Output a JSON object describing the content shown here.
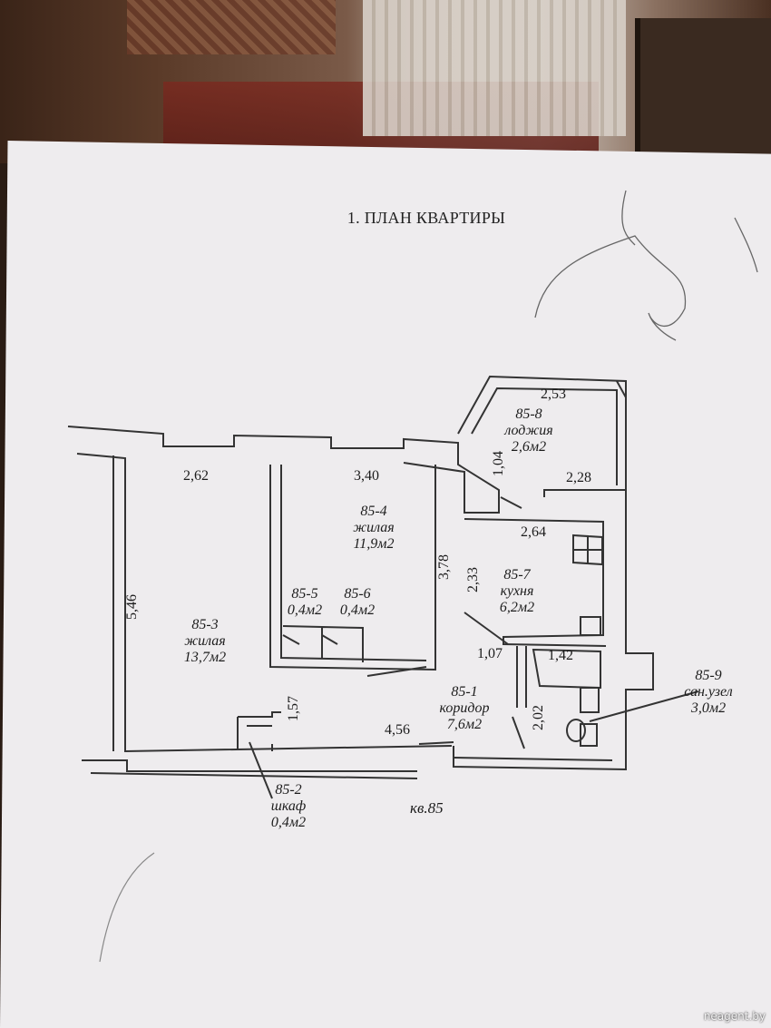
{
  "title": "1. ПЛАН КВАРТИРЫ",
  "apartment_label": "кв.85",
  "rooms": [
    {
      "id": "85-1",
      "type": "коридор",
      "area": "7,6м2"
    },
    {
      "id": "85-2",
      "type": "шкаф",
      "area": "0,4м2"
    },
    {
      "id": "85-3",
      "type": "жилая",
      "area": "13,7м2"
    },
    {
      "id": "85-4",
      "type": "жилая",
      "area": "11,9м2"
    },
    {
      "id": "85-5",
      "area": "0,4м2"
    },
    {
      "id": "85-6",
      "area": "0,4м2"
    },
    {
      "id": "85-7",
      "type": "кухня",
      "area": "6,2м2"
    },
    {
      "id": "85-8",
      "type": "лоджия",
      "area": "2,6м2"
    },
    {
      "id": "85-9",
      "type": "сан.узел",
      "area": "3,0м2"
    }
  ],
  "dimensions": {
    "d262": "2,62",
    "d340": "3,40",
    "d546": "5,46",
    "d378": "3,78",
    "d233": "2,33",
    "d264": "2,64",
    "d104": "1,04",
    "d228": "2,28",
    "d253": "2,53",
    "d107": "1,07",
    "d142": "1,42",
    "d157": "1,57",
    "d456": "4,56",
    "d202": "2,02"
  },
  "watermark": "neagent.by"
}
